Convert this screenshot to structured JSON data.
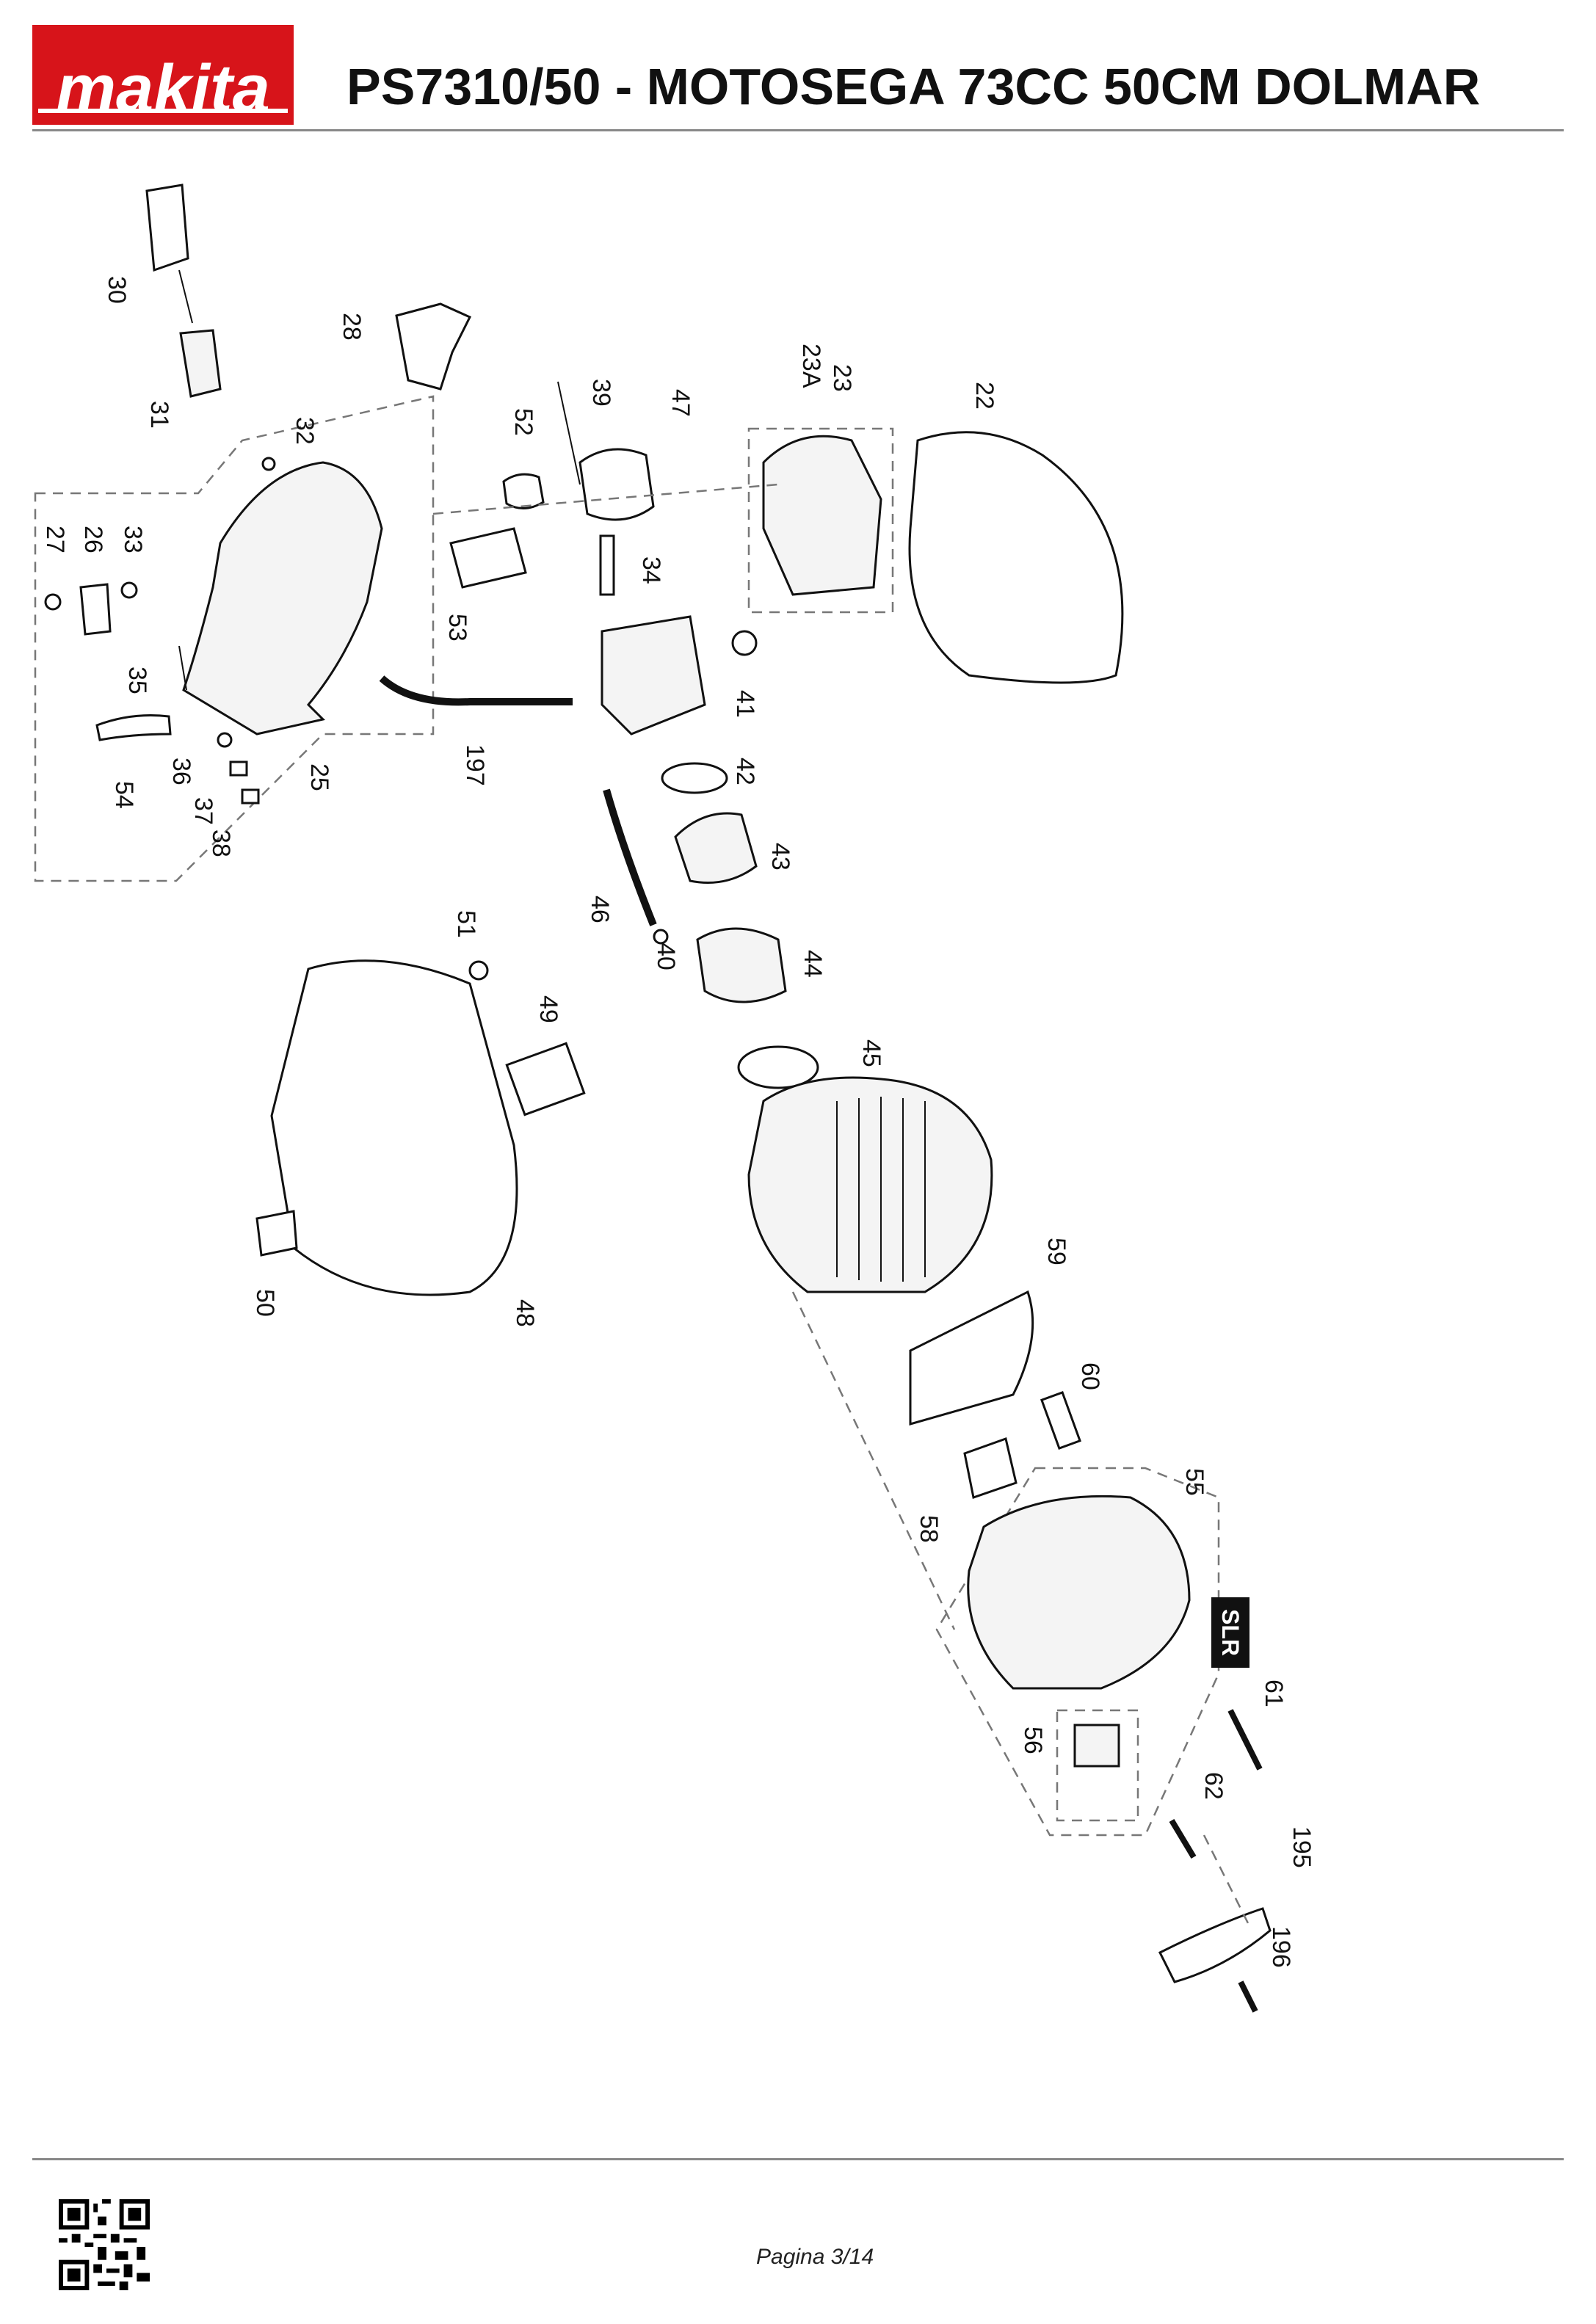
{
  "header": {
    "brand": "makita",
    "title": "PS7310/50 - MOTOSEGA 73CC 50CM DOLMAR"
  },
  "colors": {
    "brand_red": "#d7141a",
    "ink": "#111111",
    "rule": "#888888"
  },
  "diagram": {
    "labels": {
      "p22": "22",
      "p23": "23",
      "p23a": "23A",
      "p25": "25",
      "p26": "26",
      "p27": "27",
      "p28": "28",
      "p30": "30",
      "p31": "31",
      "p32": "32",
      "p33": "33",
      "p34": "34",
      "p35": "35",
      "p36": "36",
      "p37": "37",
      "p38": "38",
      "p39": "39",
      "p40": "40",
      "p41": "41",
      "p42": "42",
      "p43": "43",
      "p44": "44",
      "p45": "45",
      "p46": "46",
      "p47": "47",
      "p48": "48",
      "p49": "49",
      "p50": "50",
      "p51": "51",
      "p52": "52",
      "p53": "53",
      "p54": "54",
      "p55": "55",
      "p56": "56",
      "p58": "58",
      "p59": "59",
      "p60": "60",
      "p61": "61",
      "p62": "62",
      "p195": "195",
      "p196": "196",
      "p197": "197"
    },
    "slr_badge": "SLR"
  },
  "footer": {
    "page": "Pagina 3/14"
  }
}
